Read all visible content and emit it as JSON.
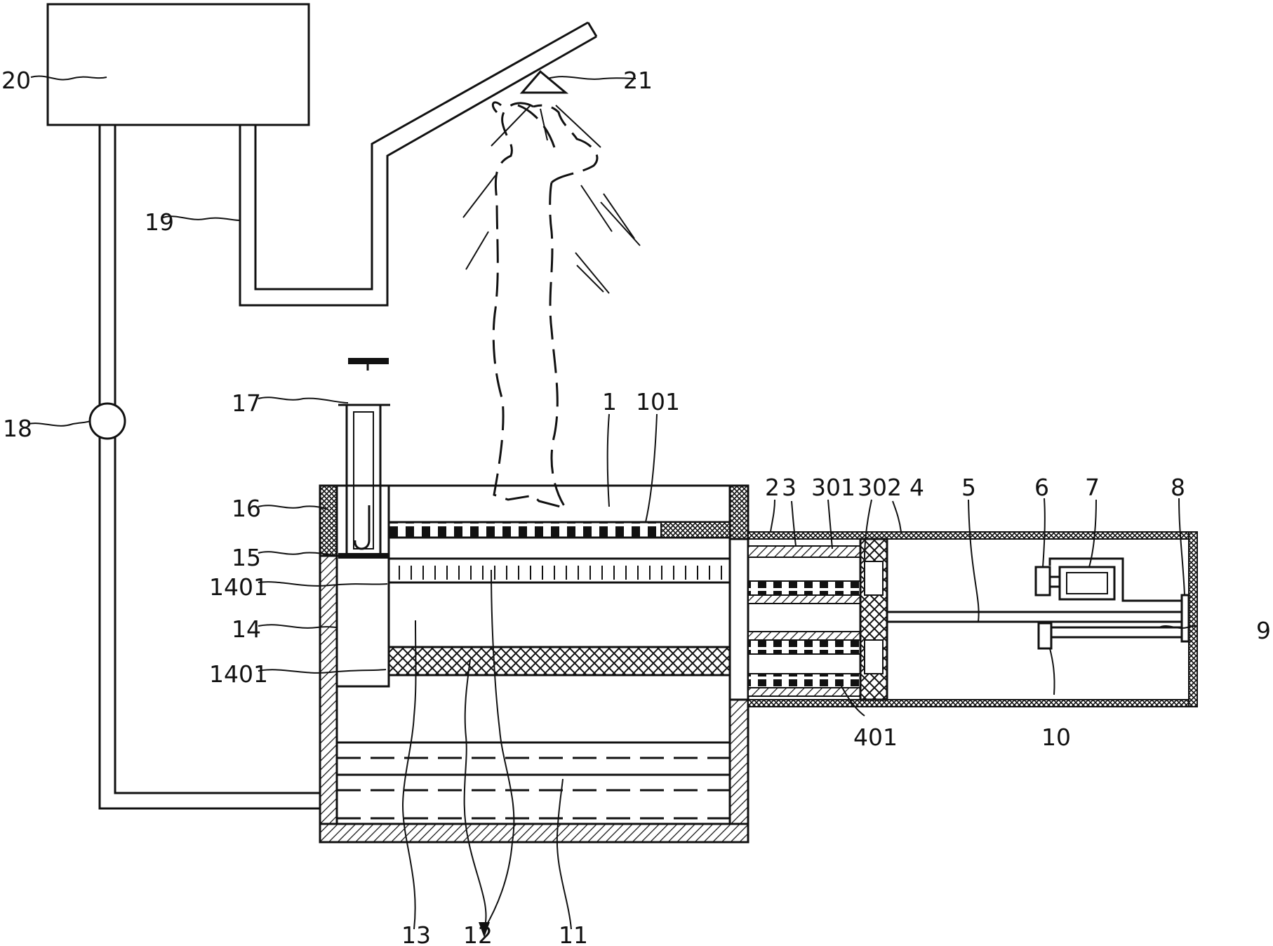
{
  "diagram": {
    "labels": {
      "1": "1",
      "101": "101",
      "2": "2",
      "3": "3",
      "301": "301",
      "302": "302",
      "4": "4",
      "401": "401",
      "5": "5",
      "6": "6",
      "7": "7",
      "8": "8",
      "9": "9",
      "10": "10",
      "11": "11",
      "12": "12",
      "13": "13",
      "14": "14",
      "1401a": "1401",
      "1401b": "1401",
      "15": "15",
      "16": "16",
      "17": "17",
      "18": "18",
      "19": "19",
      "20": "20",
      "21": "21"
    }
  }
}
